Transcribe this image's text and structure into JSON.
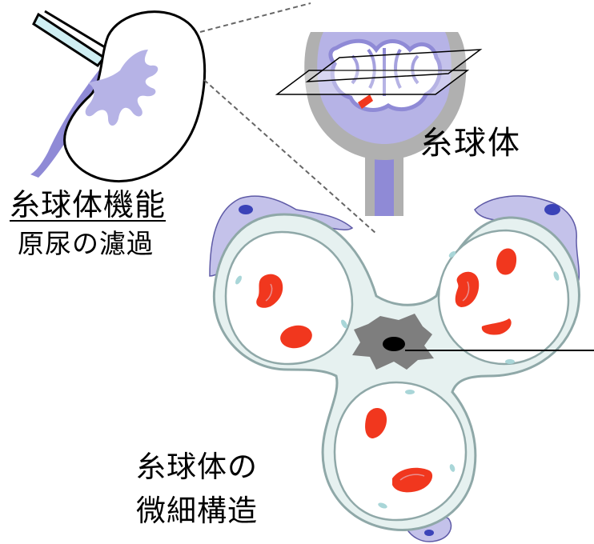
{
  "labels": {
    "glomerulus": "糸球体",
    "function_title": "糸球体機能",
    "function_desc": "原尿の濾過",
    "structure_line1": "糸球体の",
    "structure_line2": "微細構造"
  },
  "colors": {
    "kidney_pelvis": "#b6b3e6",
    "ureter": "#8f8ad6",
    "capsule_gray": "#b0b0b0",
    "capillary_wall": "#e6f1f0",
    "capillary_outline": "#8fa8a8",
    "podocyte": "#c4c2ea",
    "podocyte_nucleus": "#3b43b8",
    "red_blood_cell": "#f1371e",
    "mesangial_cell": "#7e7e7e",
    "endothelial_nucleus": "#a9d6d8"
  }
}
